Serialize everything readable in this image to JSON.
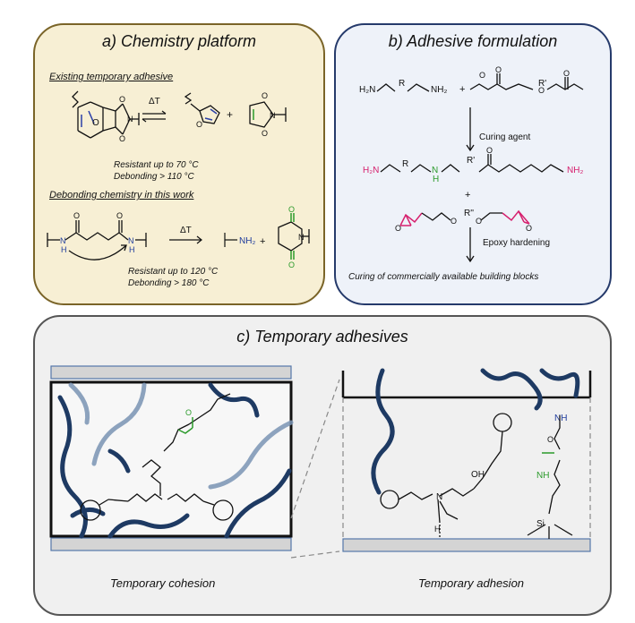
{
  "panel_a": {
    "title": "a) Chemistry platform",
    "existing_heading": "Existing temporary adhesive",
    "delta_t_1": "ΔT",
    "resistant_1": "Resistant up to 70 °C",
    "debonding_1": "Debonding > 110 °C",
    "new_heading": "Debonding chemistry in this work",
    "delta_t_2": "ΔT",
    "amine_label": "NH₂",
    "plus": "+",
    "resistant_2": "Resistant up to 120 °C",
    "debonding_2": "Debonding > 180 °C"
  },
  "panel_b": {
    "title": "b) Adhesive formulation",
    "diamine_left": "H₂N",
    "diamine_r": "R",
    "diamine_right": "NH₂",
    "plus": "+",
    "ester_rprime": "R'",
    "curing_agent_label": "Curing agent",
    "product_h2n": "H₂N",
    "product_r": "R",
    "product_nh": "N",
    "product_h": "H",
    "product_rprime": "R'",
    "product_nh2": "NH₂",
    "plus_2": "+",
    "epoxy_r": "R''",
    "epoxy_hardening_label": "Epoxy hardening",
    "caption": "Curing of commercially available building blocks"
  },
  "panel_c": {
    "title": "c) Temporary adhesives",
    "cohesion_label": "Temporary cohesion",
    "adhesion_label": "Temporary adhesion",
    "oh_label": "OH",
    "n_label": "N",
    "h_label": "H",
    "nh_label": "NH",
    "si_label": "Si",
    "o_label": "O"
  },
  "colors": {
    "panel_a_border": "#7a6428",
    "panel_a_fill": "#f7efd4",
    "panel_b_border": "#253a6b",
    "panel_b_fill": "#eef2f9",
    "panel_c_border": "#555555",
    "amine_blue": "#1f3c9c",
    "amide_green": "#2b9a2b",
    "amine_pink": "#d6206e",
    "chain_navy": "#1e3a63"
  }
}
